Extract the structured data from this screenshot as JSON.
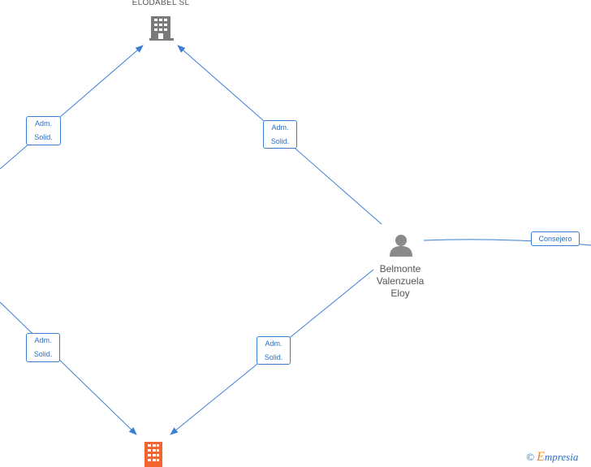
{
  "nodes": {
    "company_top": {
      "label": "ELODABEL SL",
      "icon": "building-icon",
      "color": "#7a7a7a"
    },
    "company_bottom": {
      "label": "",
      "icon": "building-icon",
      "color": "#f26430"
    },
    "person": {
      "name_line1": "Belmonte",
      "name_line2": "Valenzuela",
      "name_line3": "Eloy",
      "icon": "person-icon",
      "color": "#8a8a8a"
    }
  },
  "edges": {
    "left_top": "Adm. Solid.",
    "right_top": "Adm. Solid.",
    "left_bottom": "Adm. Solid.",
    "right_bottom": "Adm. Solid.",
    "consejero": "Consejero"
  },
  "edge_labels": {
    "left_top": [
      "Adm.",
      "Solid."
    ],
    "right_top": [
      "Adm.",
      "Solid."
    ],
    "left_bottom": [
      "Adm.",
      "Solid."
    ],
    "right_bottom": [
      "Adm.",
      "Solid."
    ]
  },
  "colors": {
    "edge": "#3b7fd4",
    "label_text": "#2a6fc7"
  },
  "watermark": {
    "copyright": "©",
    "brand_initial": "E",
    "brand_rest": "mpresia"
  }
}
